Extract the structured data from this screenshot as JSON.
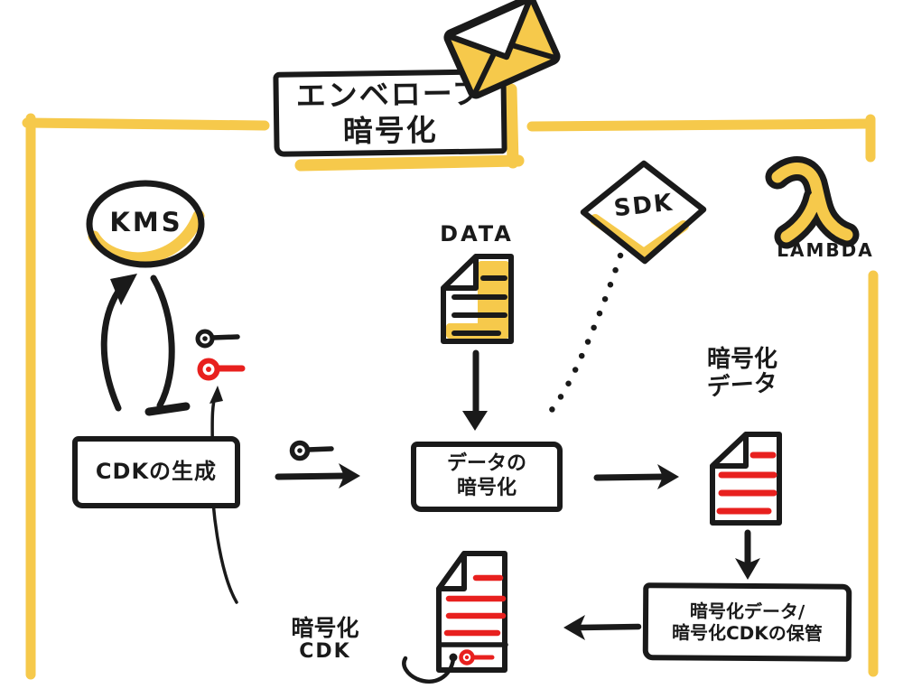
{
  "colors": {
    "ink": "#1a1a1a",
    "yellow": "#f6c94b",
    "red": "#e8201e",
    "paper": "#ffffff"
  },
  "icons": {
    "envelope": "✉",
    "key": "🔑",
    "document": "📄",
    "lambda": "λ",
    "dotted_link": "⋯"
  },
  "title": {
    "line1": "エンベロープ",
    "line2": "暗号化"
  },
  "kms": "KMS",
  "data": "DATA",
  "sdk": "SDK",
  "lambda": "LAMBDA",
  "generate_cdk": "CDKの生成",
  "encrypt_data": {
    "line1": "データの",
    "line2": "暗号化"
  },
  "encrypted_data": {
    "line1": "暗号化",
    "line2": "データ"
  },
  "storage": {
    "line1": "暗号化データ/",
    "line2": "暗号化CDKの保管"
  },
  "encrypted_cdk": {
    "line1": "暗号化",
    "line2": "CDK"
  }
}
